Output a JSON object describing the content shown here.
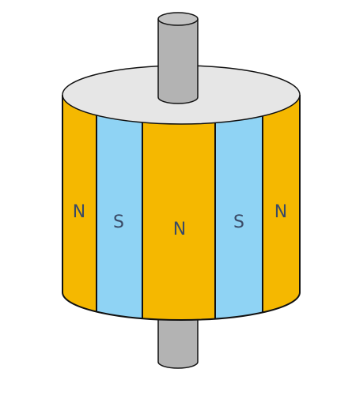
{
  "colors": {
    "north": "#f5b800",
    "south": "#8fd3f4",
    "top_face": "#e6e6e6",
    "shaft": "#b3b3b3",
    "outline": "#111111",
    "label": "#3a4a66"
  },
  "segments": [
    {
      "pole": "north",
      "label": "N"
    },
    {
      "pole": "south",
      "label": "S"
    },
    {
      "pole": "north",
      "label": "N"
    },
    {
      "pole": "south",
      "label": "S"
    },
    {
      "pole": "north",
      "label": "N"
    }
  ]
}
